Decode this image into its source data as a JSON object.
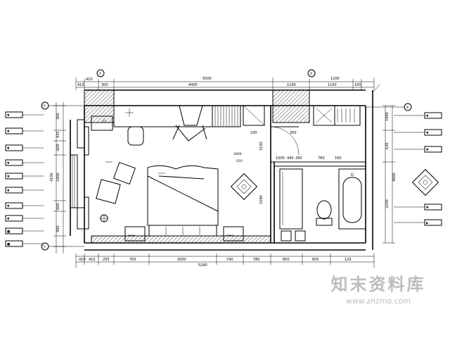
{
  "axes": {
    "top_a": "①",
    "top_b": "①",
    "right": "③",
    "left_top": "⑪",
    "left_bottom": "⑪"
  },
  "dims_top_total": "5000",
  "dims_top_left": [
    "410",
    "410",
    "300"
  ],
  "dims_top_mid": "4400",
  "dims_top_right_total": "1200",
  "dims_top_right": [
    "1190",
    "1100",
    "100"
  ],
  "dims_bottom": [
    "410",
    "410",
    "255",
    "700",
    "2000",
    "740",
    "780",
    "850",
    "600",
    "120"
  ],
  "dims_bottom_total": "5240",
  "dims_left": [
    "300",
    "435",
    "600",
    "1800",
    "4100",
    "600",
    "490"
  ],
  "dims_right": [
    "1990",
    "630",
    "4800",
    "2200"
  ],
  "bath_dims_top": [
    "1000",
    "440",
    "260",
    "760",
    "160"
  ],
  "bath_dims_row2": [
    "230",
    "350"
  ],
  "bath_dims_side": [
    "1530",
    "1590"
  ],
  "room_tag": [
    "3000",
    "010"
  ],
  "left_tags": [
    "▼",
    "▼",
    "▼",
    "▼",
    "▼",
    "▼",
    "▼",
    "▼",
    "■",
    "■"
  ],
  "right_tags": [
    "▼",
    "▼",
    "▼",
    "▼",
    "▶"
  ],
  "watermark": {
    "title": "知末资料库",
    "url": "www.znzmo.com"
  }
}
